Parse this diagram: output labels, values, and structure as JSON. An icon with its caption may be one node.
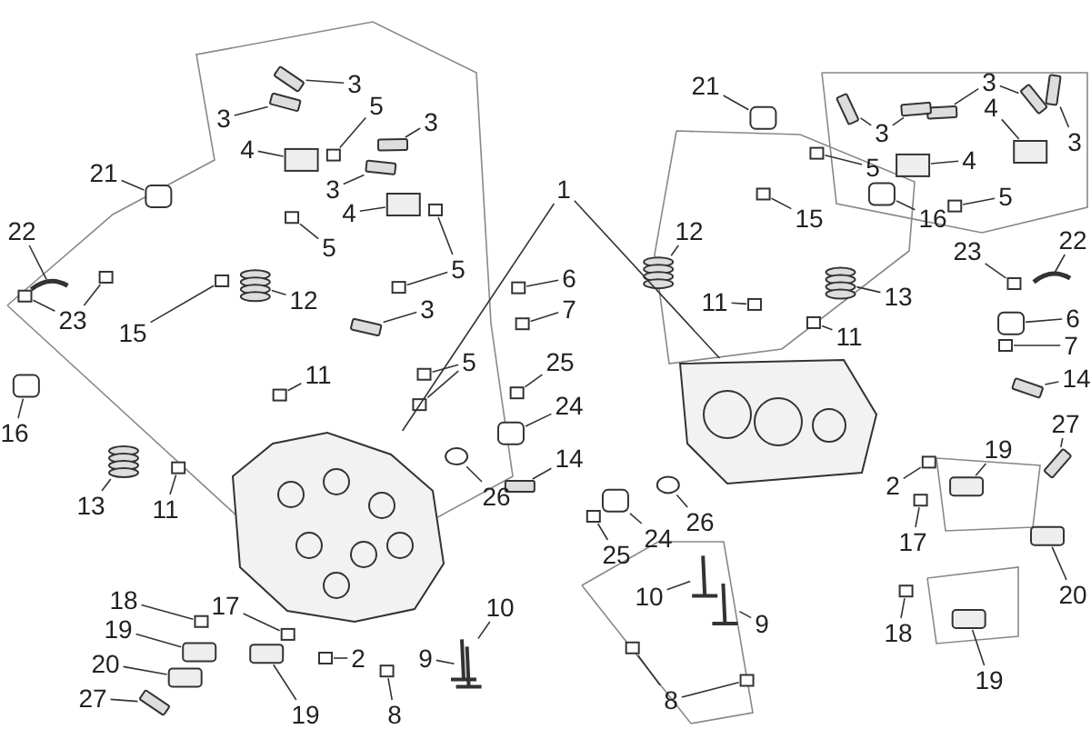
{
  "diagram": {
    "nodes": [
      {
        "text": [
          "3"
        ]
      },
      {
        "text": [
          "3"
        ]
      },
      {
        "text": [
          "4"
        ]
      },
      {
        "text": [
          "5"
        ]
      },
      {
        "text": [
          "3"
        ]
      },
      {
        "text": [
          "21"
        ]
      },
      {
        "text": [
          "3"
        ]
      },
      {
        "text": [
          "4"
        ]
      },
      {
        "text": [
          "5"
        ]
      },
      {
        "text": [
          "5"
        ]
      },
      {
        "text": [
          "22"
        ]
      },
      {
        "text": [
          "23"
        ]
      },
      {
        "text": [
          "12"
        ]
      },
      {
        "text": [
          "15"
        ]
      },
      {
        "text": [
          "3"
        ]
      },
      {
        "text": [
          "5"
        ]
      },
      {
        "text": [
          "11"
        ]
      },
      {
        "text": [
          "1"
        ]
      },
      {
        "text": [
          "6"
        ]
      },
      {
        "text": [
          "7"
        ]
      },
      {
        "text": [
          "25"
        ]
      },
      {
        "text": [
          "24"
        ]
      },
      {
        "text": [
          "14"
        ]
      },
      {
        "text": [
          "16"
        ]
      },
      {
        "text": [
          "13"
        ]
      },
      {
        "text": [
          "11"
        ]
      },
      {
        "text": [
          "26"
        ]
      },
      {
        "text": [
          "18"
        ]
      },
      {
        "text": [
          "17"
        ]
      },
      {
        "text": [
          "19"
        ]
      },
      {
        "text": [
          "20"
        ]
      },
      {
        "text": [
          "27"
        ]
      },
      {
        "text": [
          "19"
        ]
      },
      {
        "text": [
          "2"
        ]
      },
      {
        "text": [
          "8"
        ]
      },
      {
        "text": [
          "9"
        ]
      },
      {
        "text": [
          "10"
        ]
      },
      {
        "text": [
          "21"
        ]
      },
      {
        "text": [
          "3"
        ]
      },
      {
        "text": [
          "4"
        ]
      },
      {
        "text": [
          "3"
        ]
      },
      {
        "text": [
          "3"
        ]
      },
      {
        "text": [
          "4"
        ]
      },
      {
        "text": [
          "5"
        ]
      },
      {
        "text": [
          "5"
        ]
      },
      {
        "text": [
          "16"
        ]
      },
      {
        "text": [
          "15"
        ]
      },
      {
        "text": [
          "12"
        ]
      },
      {
        "text": [
          "22"
        ]
      },
      {
        "text": [
          "23"
        ]
      },
      {
        "text": [
          "13"
        ]
      },
      {
        "text": [
          "11"
        ]
      },
      {
        "text": [
          "11"
        ]
      },
      {
        "text": [
          "6"
        ]
      },
      {
        "text": [
          "7"
        ]
      },
      {
        "text": [
          "14"
        ]
      },
      {
        "text": [
          "27"
        ]
      },
      {
        "text": [
          "19"
        ]
      },
      {
        "text": [
          "2"
        ]
      },
      {
        "text": [
          "26"
        ]
      },
      {
        "text": [
          "24"
        ]
      },
      {
        "text": [
          "25"
        ]
      },
      {
        "text": [
          "17"
        ]
      },
      {
        "text": [
          "20"
        ]
      },
      {
        "text": [
          "10"
        ]
      },
      {
        "text": [
          "9"
        ]
      },
      {
        "text": [
          "18"
        ]
      },
      {
        "text": [
          "19"
        ]
      },
      {
        "text": [
          "8"
        ]
      },
      {
        "text": [],
        "shape": "bar"
      },
      {
        "text": [],
        "shape": "bar"
      },
      {
        "text": [],
        "shape": "box"
      },
      {
        "text": [],
        "shape": "box"
      },
      {
        "text": [],
        "shape": "bar"
      },
      {
        "text": [],
        "shape": "box"
      },
      {
        "text": [],
        "shape": "bar"
      },
      {
        "text": [],
        "shape": "box"
      },
      {
        "text": [],
        "shape": "box"
      },
      {
        "text": [],
        "shape": "box"
      },
      {
        "text": [],
        "shape": "box"
      },
      {
        "text": [],
        "shape": "picture"
      },
      {
        "text": [],
        "shape": "box"
      },
      {
        "text": [],
        "shape": "box"
      },
      {
        "text": [],
        "shape": "cylinder"
      },
      {
        "text": [],
        "shape": "box"
      },
      {
        "text": [],
        "shape": "bar"
      },
      {
        "text": [],
        "shape": "box"
      },
      {
        "text": [],
        "shape": "box"
      },
      {
        "text": [],
        "shape": "box"
      },
      {
        "text": [],
        "shape": "picture"
      },
      {
        "text": [],
        "shape": "picture"
      },
      {
        "text": [],
        "shape": "box"
      },
      {
        "text": [],
        "shape": "box"
      },
      {
        "text": [],
        "shape": "box"
      },
      {
        "text": [],
        "shape": "box"
      },
      {
        "text": [],
        "shape": "bar"
      },
      {
        "text": [],
        "shape": "box"
      },
      {
        "text": [],
        "shape": "cylinder"
      },
      {
        "text": [],
        "shape": "box"
      },
      {
        "text": [],
        "shape": "circle"
      },
      {
        "text": [],
        "shape": "box"
      },
      {
        "text": [],
        "shape": "box"
      },
      {
        "text": [],
        "shape": "box"
      },
      {
        "text": [],
        "shape": "box"
      },
      {
        "text": [],
        "shape": "bar"
      },
      {
        "text": [],
        "shape": "box"
      },
      {
        "text": [],
        "shape": "box"
      },
      {
        "text": [],
        "shape": "box"
      },
      {
        "text": [],
        "shape": "picture"
      },
      {
        "text": [],
        "shape": "picture"
      },
      {
        "text": [],
        "shape": "box"
      },
      {
        "text": [],
        "shape": "bar"
      },
      {
        "text": [],
        "shape": "bar"
      },
      {
        "text": [],
        "shape": "box"
      },
      {
        "text": [],
        "shape": "bar"
      },
      {
        "text": [],
        "shape": "bar"
      },
      {
        "text": [],
        "shape": "bar"
      },
      {
        "text": [],
        "shape": "box"
      },
      {
        "text": [],
        "shape": "box"
      },
      {
        "text": [],
        "shape": "box"
      },
      {
        "text": [],
        "shape": "box"
      },
      {
        "text": [],
        "shape": "box"
      },
      {
        "text": [],
        "shape": "cylinder"
      },
      {
        "text": [],
        "shape": "picture"
      },
      {
        "text": [],
        "shape": "box"
      },
      {
        "text": [],
        "shape": "cylinder"
      },
      {
        "text": [],
        "shape": "box"
      },
      {
        "text": [],
        "shape": "box"
      },
      {
        "text": [],
        "shape": "box"
      },
      {
        "text": [],
        "shape": "box"
      },
      {
        "text": [],
        "shape": "bar"
      },
      {
        "text": [],
        "shape": "bar"
      },
      {
        "text": [],
        "shape": "box"
      },
      {
        "text": [],
        "shape": "box"
      },
      {
        "text": [],
        "shape": "circle"
      },
      {
        "text": [],
        "shape": "box"
      },
      {
        "text": [],
        "shape": "box"
      },
      {
        "text": [],
        "shape": "box"
      },
      {
        "text": [],
        "shape": "box"
      },
      {
        "text": [],
        "shape": "picture"
      },
      {
        "text": [],
        "shape": "picture"
      },
      {
        "text": [],
        "shape": "box"
      },
      {
        "text": [],
        "shape": "box"
      },
      {
        "text": [],
        "shape": "box"
      },
      {
        "text": [],
        "shape": "box"
      }
    ],
    "edges": [
      {
        "from": 0,
        "to": 69,
        "arrow": "none"
      },
      {
        "from": 1,
        "to": 70,
        "arrow": "none"
      },
      {
        "from": 2,
        "to": 71,
        "arrow": "none"
      },
      {
        "from": 3,
        "to": 72,
        "arrow": "none"
      },
      {
        "from": 4,
        "to": 73,
        "arrow": "none"
      },
      {
        "from": 5,
        "to": 74,
        "arrow": "none"
      },
      {
        "from": 6,
        "to": 75,
        "arrow": "none"
      },
      {
        "from": 7,
        "to": 76,
        "arrow": "none"
      },
      {
        "from": 8,
        "to": 77,
        "arrow": "none"
      },
      {
        "from": 9,
        "to": 78,
        "arrow": "none"
      },
      {
        "from": 9,
        "to": 79,
        "arrow": "none"
      },
      {
        "from": 10,
        "to": 80,
        "arrow": "none"
      },
      {
        "from": 11,
        "to": 81,
        "arrow": "none"
      },
      {
        "from": 11,
        "to": 82,
        "arrow": "none"
      },
      {
        "from": 12,
        "to": 83,
        "arrow": "none"
      },
      {
        "from": 13,
        "to": 84,
        "arrow": "none"
      },
      {
        "from": 14,
        "to": 85,
        "arrow": "none"
      },
      {
        "from": 15,
        "to": 86,
        "arrow": "none"
      },
      {
        "from": 15,
        "to": 87,
        "arrow": "none"
      },
      {
        "from": 16,
        "to": 88,
        "arrow": "none"
      },
      {
        "from": 17,
        "to": 89,
        "arrow": "none"
      },
      {
        "from": 17,
        "to": 90,
        "arrow": "none"
      },
      {
        "from": 18,
        "to": 91,
        "arrow": "none"
      },
      {
        "from": 19,
        "to": 92,
        "arrow": "none"
      },
      {
        "from": 20,
        "to": 93,
        "arrow": "none"
      },
      {
        "from": 21,
        "to": 94,
        "arrow": "none"
      },
      {
        "from": 22,
        "to": 95,
        "arrow": "none"
      },
      {
        "from": 23,
        "to": 96,
        "arrow": "none"
      },
      {
        "from": 24,
        "to": 97,
        "arrow": "none"
      },
      {
        "from": 25,
        "to": 98,
        "arrow": "none"
      },
      {
        "from": 26,
        "to": 99,
        "arrow": "none"
      },
      {
        "from": 27,
        "to": 100,
        "arrow": "none"
      },
      {
        "from": 28,
        "to": 101,
        "arrow": "none"
      },
      {
        "from": 29,
        "to": 102,
        "arrow": "none"
      },
      {
        "from": 30,
        "to": 103,
        "arrow": "none"
      },
      {
        "from": 31,
        "to": 104,
        "arrow": "none"
      },
      {
        "from": 32,
        "to": 105,
        "arrow": "none"
      },
      {
        "from": 33,
        "to": 106,
        "arrow": "none"
      },
      {
        "from": 34,
        "to": 107,
        "arrow": "none"
      },
      {
        "from": 35,
        "to": 108,
        "arrow": "none"
      },
      {
        "from": 36,
        "to": 109,
        "arrow": "none"
      },
      {
        "from": 37,
        "to": 110,
        "arrow": "none"
      },
      {
        "from": 38,
        "to": 111,
        "arrow": "none"
      },
      {
        "from": 38,
        "to": 112,
        "arrow": "none"
      },
      {
        "from": 39,
        "to": 113,
        "arrow": "none"
      },
      {
        "from": 40,
        "to": 114,
        "arrow": "none"
      },
      {
        "from": 41,
        "to": 115,
        "arrow": "none"
      },
      {
        "from": 41,
        "to": 116,
        "arrow": "none"
      },
      {
        "from": 42,
        "to": 117,
        "arrow": "none"
      },
      {
        "from": 43,
        "to": 118,
        "arrow": "none"
      },
      {
        "from": 44,
        "to": 119,
        "arrow": "none"
      },
      {
        "from": 45,
        "to": 120,
        "arrow": "none"
      },
      {
        "from": 46,
        "to": 121,
        "arrow": "none"
      },
      {
        "from": 47,
        "to": 122,
        "arrow": "none"
      },
      {
        "from": 48,
        "to": 123,
        "arrow": "none"
      },
      {
        "from": 49,
        "to": 124,
        "arrow": "none"
      },
      {
        "from": 50,
        "to": 125,
        "arrow": "none"
      },
      {
        "from": 51,
        "to": 126,
        "arrow": "none"
      },
      {
        "from": 52,
        "to": 127,
        "arrow": "none"
      },
      {
        "from": 53,
        "to": 128,
        "arrow": "none"
      },
      {
        "from": 54,
        "to": 129,
        "arrow": "none"
      },
      {
        "from": 55,
        "to": 130,
        "arrow": "none"
      },
      {
        "from": 56,
        "to": 131,
        "arrow": "none"
      },
      {
        "from": 57,
        "to": 132,
        "arrow": "none"
      },
      {
        "from": 58,
        "to": 133,
        "arrow": "none"
      },
      {
        "from": 59,
        "to": 134,
        "arrow": "none"
      },
      {
        "from": 60,
        "to": 135,
        "arrow": "none"
      },
      {
        "from": 61,
        "to": 136,
        "arrow": "none"
      },
      {
        "from": 62,
        "to": 137,
        "arrow": "none"
      },
      {
        "from": 63,
        "to": 138,
        "arrow": "none"
      },
      {
        "from": 64,
        "to": 139,
        "arrow": "none"
      },
      {
        "from": 65,
        "to": 140,
        "arrow": "none"
      },
      {
        "from": 66,
        "to": 141,
        "arrow": "none"
      },
      {
        "from": 67,
        "to": 142,
        "arrow": "none"
      },
      {
        "from": 68,
        "to": 143,
        "arrow": "none"
      },
      {
        "from": 68,
        "to": 144,
        "arrow": "none"
      }
    ]
  }
}
